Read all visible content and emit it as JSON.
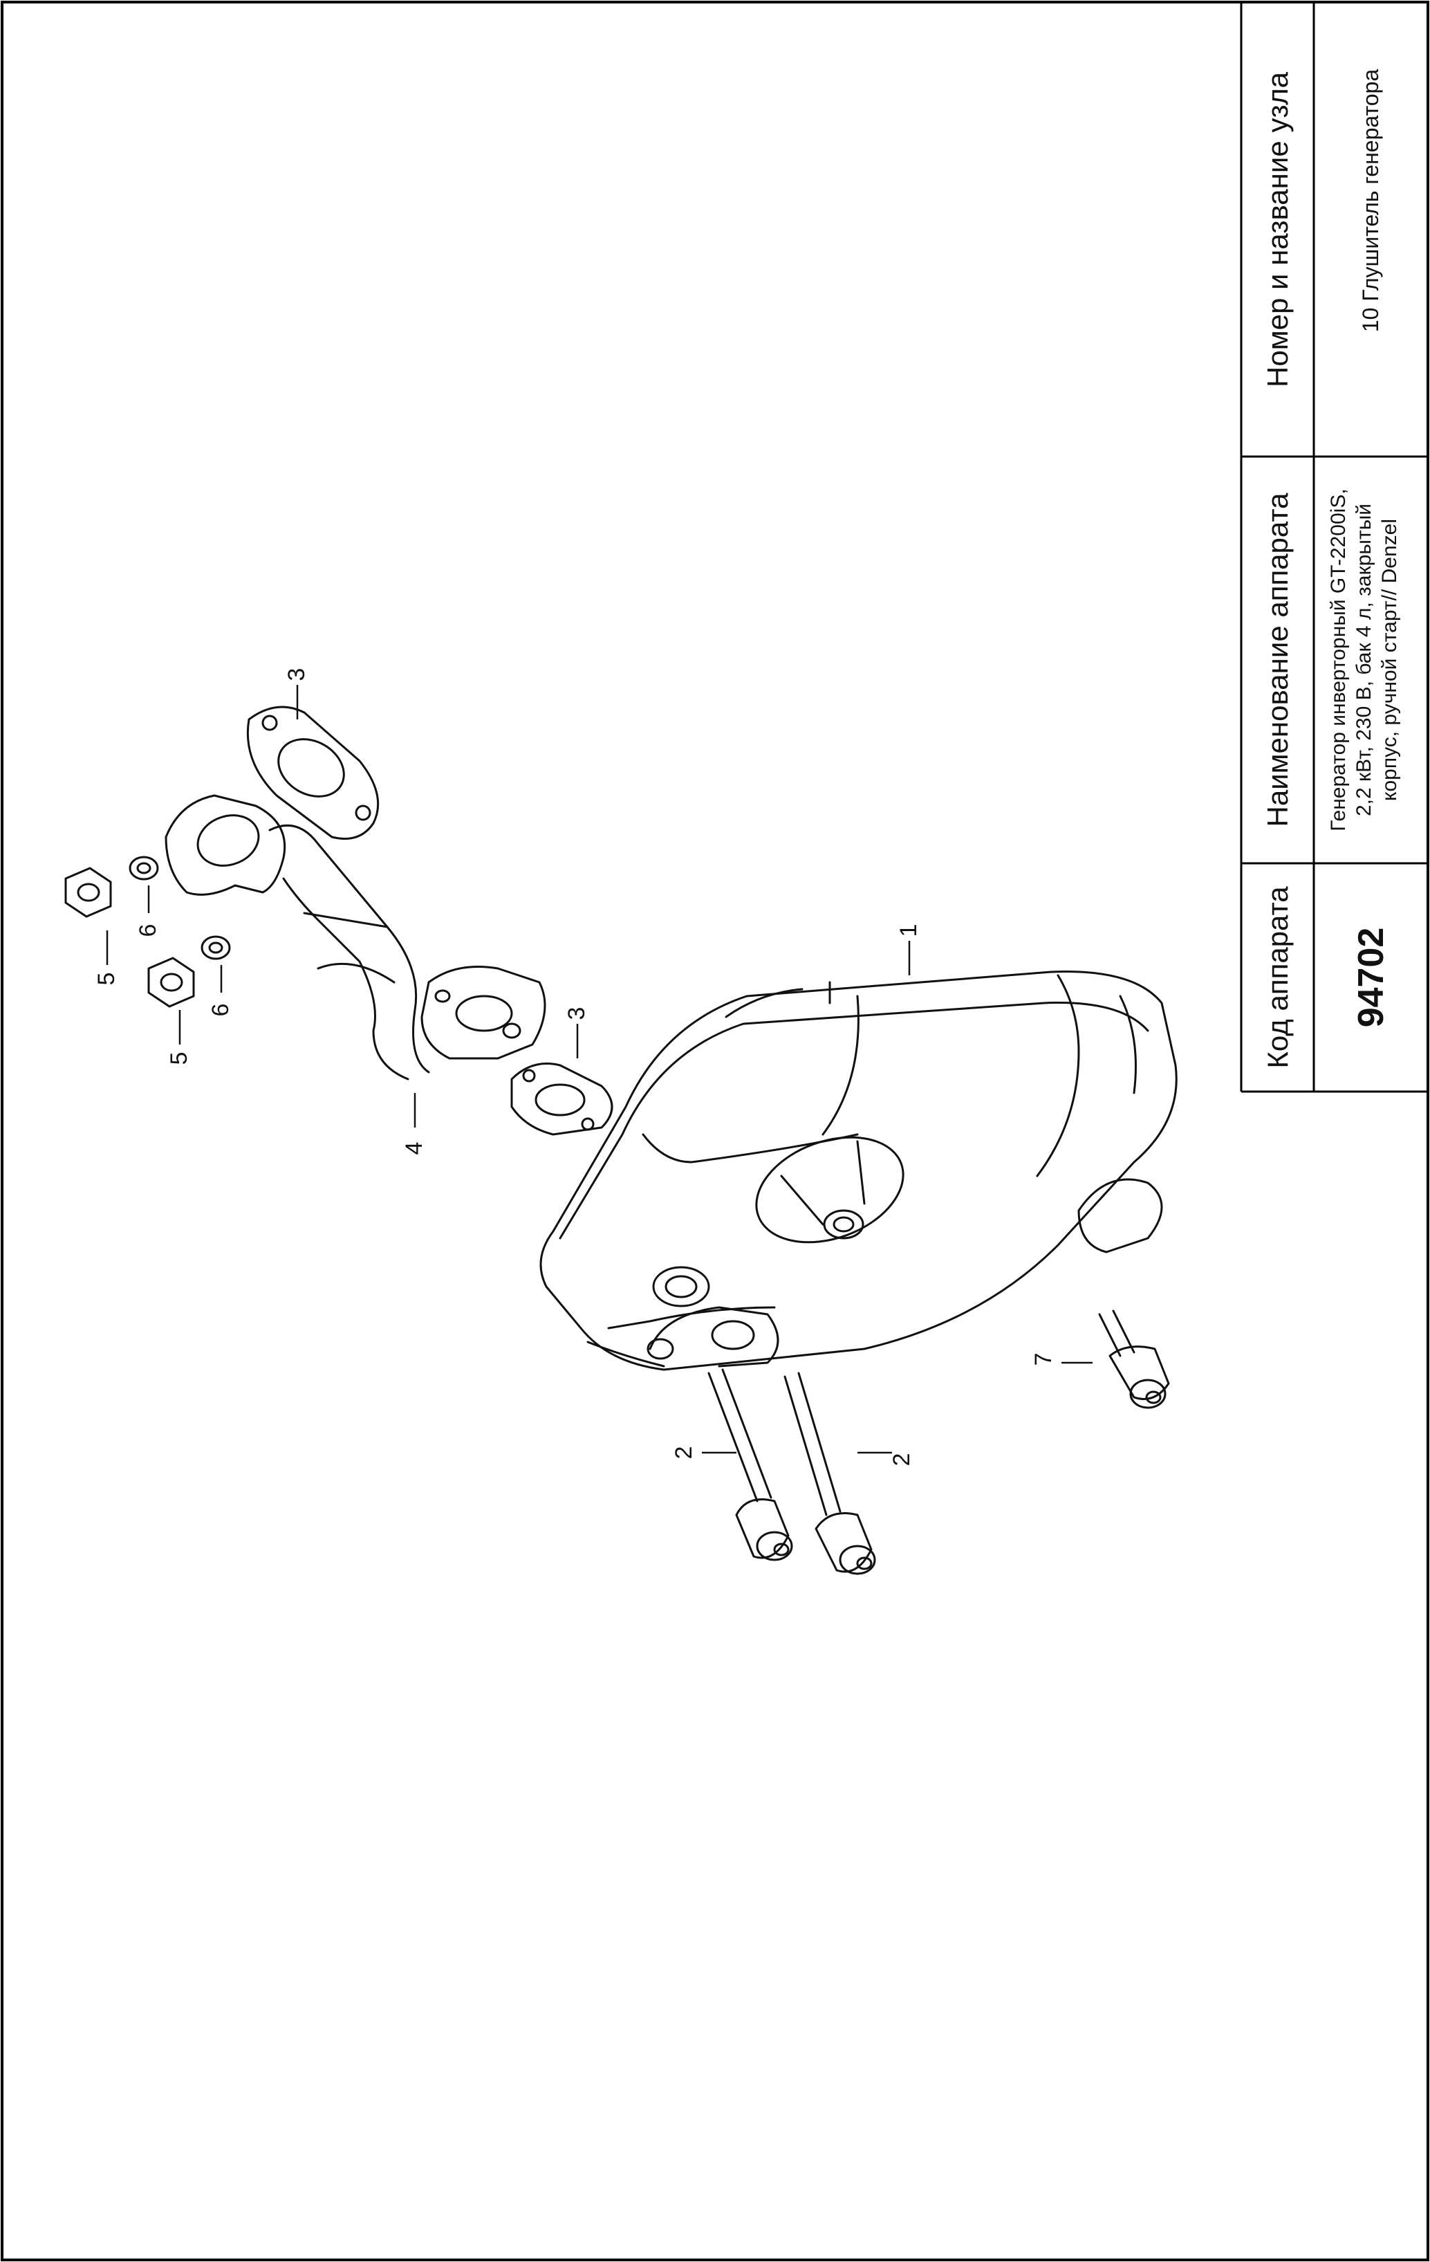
{
  "table": {
    "header_code": "Код аппарата",
    "header_name": "Наименование аппарата",
    "header_unit": "Номер и название узла",
    "code_value": "94702",
    "name_value_line1": "Генератор инверторный GT-2200iS,",
    "name_value_line2": "2,2 кВт, 230 В, бак 4 л, закрытый",
    "name_value_line3": "корпус, ручной старт// Denzel",
    "unit_value": "10 Глушитель генератора"
  },
  "callouts": {
    "c1": "1",
    "c2a": "2",
    "c2b": "2",
    "c3a": "3",
    "c3b": "3",
    "c4": "4",
    "c5a": "5",
    "c5b": "5",
    "c6a": "6",
    "c6b": "6",
    "c7": "7"
  }
}
